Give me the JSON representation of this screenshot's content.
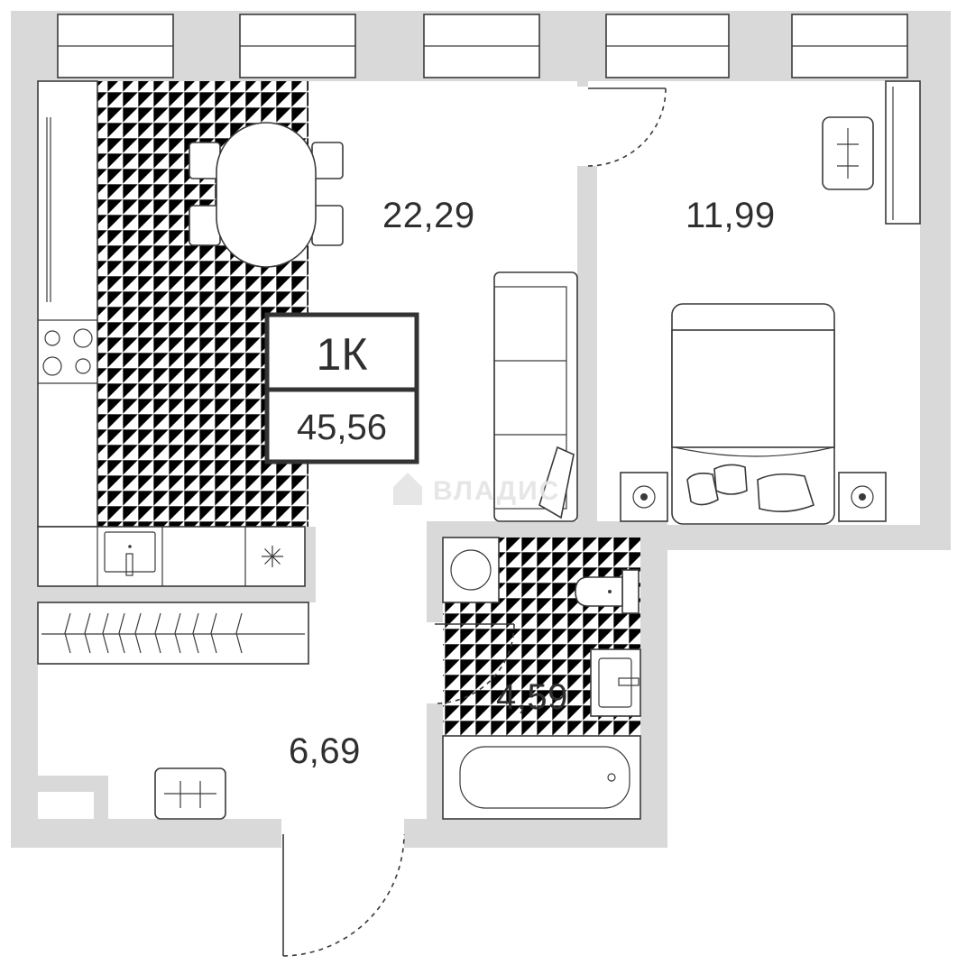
{
  "plan": {
    "unit_type": "1К",
    "total_area": "45,56",
    "rooms": [
      {
        "key": "kitchen_living",
        "area": "22,29"
      },
      {
        "key": "bedroom",
        "area": "11,99"
      },
      {
        "key": "bathroom",
        "area": "4,59"
      },
      {
        "key": "hallway",
        "area": "6,69"
      }
    ],
    "watermark": "ВЛАДИС"
  },
  "colors": {
    "wall": "#d9d9d9",
    "line": "#3a3a3a",
    "badge_border": "#333333",
    "text": "#2f2f2f"
  },
  "icons": [
    "radiator-icon",
    "stove-icon",
    "sink-icon",
    "snowflake-icon",
    "socket-icon",
    "logo-icon"
  ]
}
